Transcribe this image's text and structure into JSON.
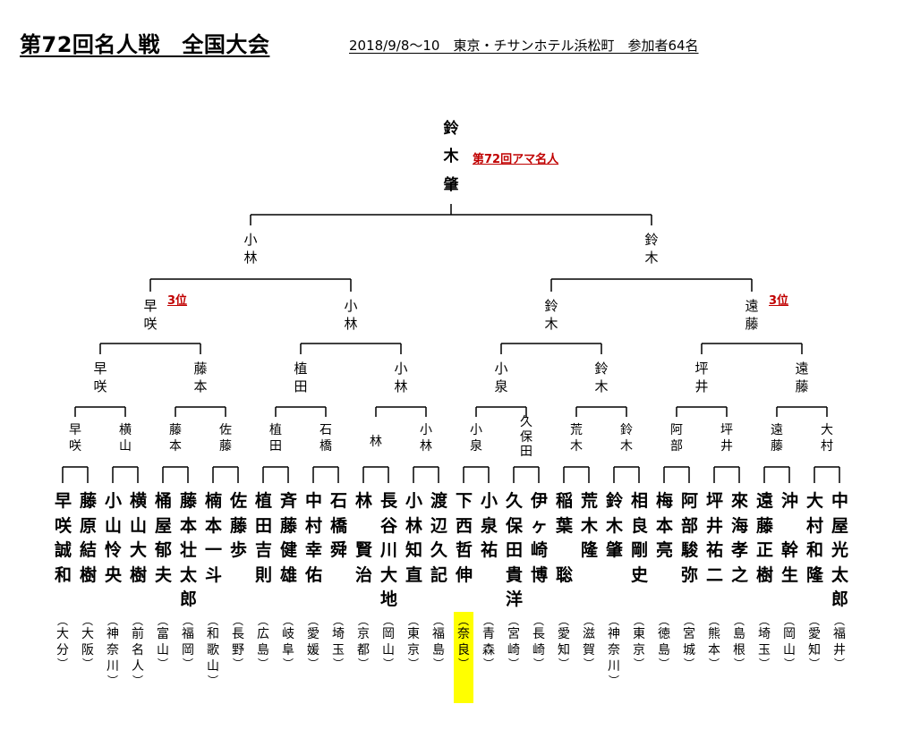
{
  "title": "第72回名人戦　全国大会",
  "subtitle": "2018/9/8～10　東京・チサンホテル浜松町　参加者64名",
  "champion": {
    "name": "鈴\n木\n肇",
    "note": "第72回アマ名人"
  },
  "third_place_label": "3位",
  "highlight_color": "#ffff00",
  "note_color": "#c00000",
  "rounds": {
    "semifinal": [
      "小\n林",
      "鈴\n木"
    ],
    "quarterfinal": [
      "早\n咲",
      "小\n林",
      "鈴\n木",
      "遠\n藤"
    ],
    "round16": [
      "早\n咲",
      "藤\n本",
      "植\n田",
      "小\n林",
      "小\n泉",
      "鈴\n木",
      "坪\n井",
      "遠\n藤"
    ],
    "round32": [
      "早\n咲",
      "横\n山",
      "藤\n本",
      "佐\n藤",
      "植\n田",
      "石\n橋",
      "林",
      "小\n林",
      "小\n泉",
      "久\n保\n田",
      "荒\n木",
      "鈴\n木",
      "阿\n部",
      "坪\n井",
      "遠\n藤",
      "大\n村"
    ]
  },
  "players": [
    {
      "name": "早\n咲\n誠\n和",
      "pref": "大\n分"
    },
    {
      "name": "藤\n原\n結\n樹",
      "pref": "大\n阪"
    },
    {
      "name": "小\n山\n怜\n央",
      "pref": "神\n奈\n川"
    },
    {
      "name": "横\n山\n大\n樹",
      "pref": "前\n名\n人"
    },
    {
      "name": "桶\n屋\n郁\n夫",
      "pref": "富\n山"
    },
    {
      "name": "藤\n本\n壮\n太\n郎",
      "pref": "福\n岡"
    },
    {
      "name": "楠\n本\n一\n斗",
      "pref": "和\n歌\n山"
    },
    {
      "name": "佐\n藤\n歩",
      "pref": "長\n野"
    },
    {
      "name": "植\n田\n吉\n則",
      "pref": "広\n島"
    },
    {
      "name": "斉\n藤\n健\n雄",
      "pref": "岐\n阜"
    },
    {
      "name": "中\n村\n幸\n佑",
      "pref": "愛\n媛"
    },
    {
      "name": "石\n橋\n舜",
      "pref": "埼\n玉"
    },
    {
      "name": "林\n\n賢\n治",
      "pref": "京\n都"
    },
    {
      "name": "長\n谷\n川\n大\n地",
      "pref": "岡\n山"
    },
    {
      "name": "小\n林\n知\n直",
      "pref": "東\n京"
    },
    {
      "name": "渡\n辺\n久\n記",
      "pref": "福\n島"
    },
    {
      "name": "下\n西\n哲\n伸",
      "pref": "奈\n良",
      "highlight": true
    },
    {
      "name": "小\n泉\n祐",
      "pref": "青\n森"
    },
    {
      "name": "久\n保\n田\n貴\n洋",
      "pref": "宮\n崎"
    },
    {
      "name": "伊\nヶ\n崎\n博",
      "pref": "長\n崎"
    },
    {
      "name": "稲\n葉\n\n聡",
      "pref": "愛\n知"
    },
    {
      "name": "荒\n木\n隆",
      "pref": "滋\n賀"
    },
    {
      "name": "鈴\n木\n肇",
      "pref": "神\n奈\n川"
    },
    {
      "name": "相\n良\n剛\n史",
      "pref": "東\n京"
    },
    {
      "name": "梅\n本\n亮",
      "pref": "徳\n島"
    },
    {
      "name": "阿\n部\n駿\n弥",
      "pref": "宮\n城"
    },
    {
      "name": "坪\n井\n祐\n二",
      "pref": "熊\n本"
    },
    {
      "name": "來\n海\n孝\n之",
      "pref": "島\n根"
    },
    {
      "name": "遠\n藤\n正\n樹",
      "pref": "埼\n玉"
    },
    {
      "name": "沖\n\n幹\n生",
      "pref": "岡\n山"
    },
    {
      "name": "大\n村\n和\n隆",
      "pref": "愛\n知"
    },
    {
      "name": "中\n屋\n光\n太\n郎",
      "pref": "福\n井"
    }
  ]
}
